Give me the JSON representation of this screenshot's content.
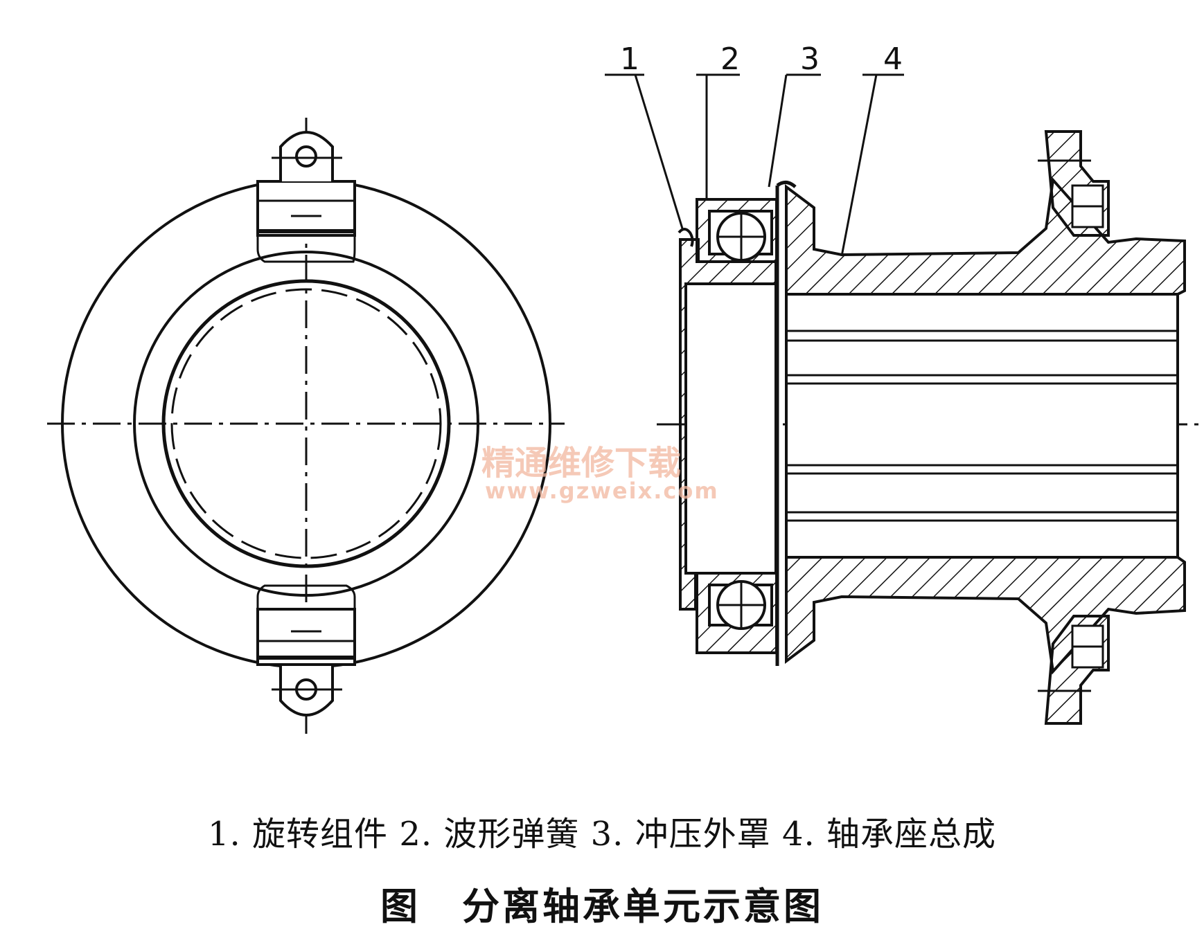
{
  "callouts": [
    "1",
    "2",
    "3",
    "4"
  ],
  "watermark": {
    "cn": "精通维修下载",
    "url": "www.gzweix.com"
  },
  "legend": "1. 旋转组件 2. 波形弹簧 3. 冲压外罩 4. 轴承座总成",
  "figure": {
    "label": "图",
    "title": "分离轴承单元示意图"
  },
  "colors": {
    "ink": "#111111",
    "watermark": "#f2b8a0"
  }
}
